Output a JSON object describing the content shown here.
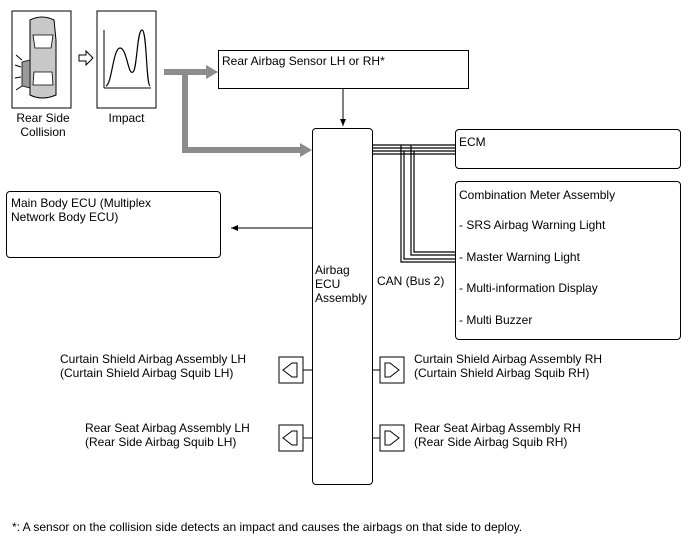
{
  "labels": {
    "rear_side_collision": "Rear Side\nCollision",
    "impact": "Impact",
    "rear_airbag_sensor": "Rear Airbag Sensor LH or RH*",
    "ecm": "ECM",
    "combination_meter": {
      "title": "Combination Meter Assembly",
      "items": [
        "- SRS Airbag Warning Light",
        "- Master Warning Light",
        "- Multi-information Display",
        "- Multi Buzzer"
      ]
    },
    "main_body_ecu": "Main Body ECU (Multiplex\nNetwork Body ECU)",
    "airbag_ecu": "Airbag\nECU\nAssembly",
    "can_bus": "CAN (Bus 2)",
    "curtain_lh": "Curtain Shield Airbag Assembly LH\n(Curtain Shield Airbag Squib LH)",
    "curtain_rh": "Curtain Shield Airbag Assembly RH\n(Curtain Shield Airbag Squib RH)",
    "rear_seat_lh": "Rear Seat Airbag Assembly LH\n(Rear Side Airbag Squib LH)",
    "rear_seat_rh": "Rear Seat Airbag Assembly RH\n(Rear Side Airbag Squib RH)",
    "footnote": "*: A sensor on the collision side detects an impact and causes the airbags on that side to deploy."
  },
  "colors": {
    "thick_arrow": "#8c8c8c",
    "line": "#000000"
  },
  "icons": {
    "car": "car-top-view-icon",
    "impact_graph": "impact-graph-icon",
    "small_arrow": "hollow-right-arrow-icon",
    "squib": "squib-connector-icon"
  }
}
